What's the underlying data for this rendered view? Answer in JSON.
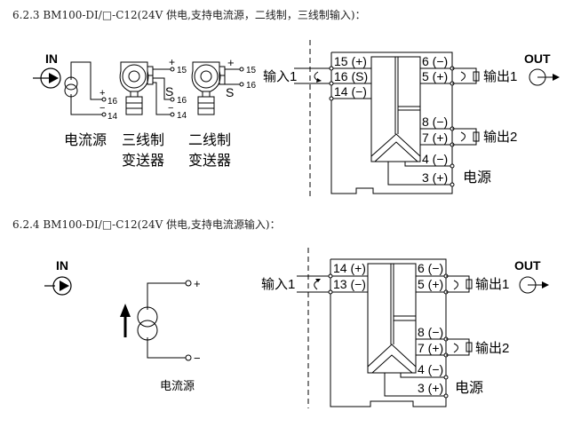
{
  "sections": [
    {
      "heading": "6.2.3 BM100-DI/□-C12(24V 供电,支持电流源，二线制，三线制输入)：",
      "sources": {
        "in_label": "IN",
        "current_source": {
          "label": "电流源",
          "plus": "+",
          "minus": "−",
          "pin_plus": "16",
          "pin_minus": "14"
        },
        "three_wire": {
          "label_line1": "三线制",
          "label_line2": "变送器",
          "plus": "+",
          "s": "S",
          "minus": "−",
          "pin_plus": "15",
          "pin_s": "16",
          "pin_minus": "14"
        },
        "two_wire": {
          "label_line1": "二线制",
          "label_line2": "变送器",
          "plus": "+",
          "s": "S",
          "pin_plus": "15",
          "pin_s": "16"
        }
      },
      "module": {
        "input_label": "输入1",
        "left_terminals": [
          "15 (+)",
          "16 (S)",
          "14 (−)"
        ],
        "right_terminals": [
          "6 (−)",
          "5 (+)",
          "8 (−)",
          "7 (+)",
          "4 (−)",
          "3 (+)"
        ],
        "output1_label": "输出1",
        "output2_label": "输出2",
        "power_label": "电源",
        "out_label": "OUT"
      }
    },
    {
      "heading": "6.2.4 BM100-DI/□-C12(24V 供电,支持电流源输入)：",
      "sources": {
        "in_label": "IN",
        "current_source": {
          "label": "电流源",
          "plus": "+",
          "minus": "−"
        }
      },
      "module": {
        "input_label": "输入1",
        "left_terminals": [
          "14 (+)",
          "13 (−)"
        ],
        "right_terminals": [
          "6 (−)",
          "5 (+)",
          "8 (−)",
          "7 (+)",
          "4 (−)",
          "3 (+)"
        ],
        "output1_label": "输出1",
        "output2_label": "输出2",
        "power_label": "电源",
        "out_label": "OUT"
      }
    }
  ]
}
